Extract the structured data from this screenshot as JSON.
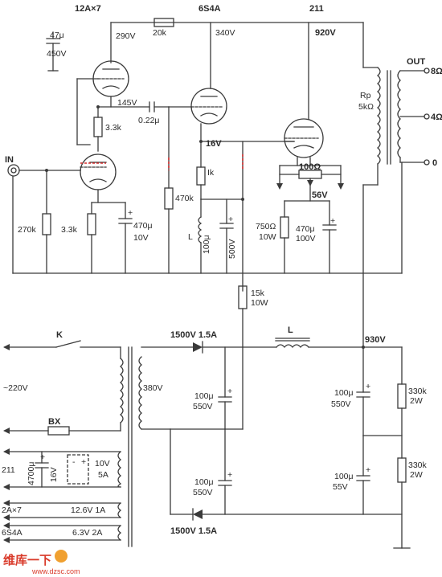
{
  "tubes": {
    "v1": "12A×7",
    "v2": "6S4A",
    "v3": "211"
  },
  "voltages": {
    "v1_plate": "290V",
    "v2_plate": "340V",
    "v3_plate": "920V",
    "v1_cathode_link": "145V",
    "v2_cathode": "16V",
    "v3_bias": "56V",
    "hv_out": "930V"
  },
  "components": {
    "c_47": "47μ",
    "c_47_v": "450V",
    "r_20k": "20k",
    "c_022": "0.22μ",
    "r_33k_a": "3.3k",
    "r_33k_b": "3.3k",
    "r_270k": "270k",
    "c_470_a": "470μ",
    "c_470_a_v": "10V",
    "r_470k": "470k",
    "ik": "Ik",
    "l_small": "L",
    "c_100_a": "100μ",
    "c_100_a_v": "500V",
    "pot_100": "100Ω",
    "r_750": "750Ω",
    "r_750_w": "10W",
    "c_470_b": "470μ",
    "c_470_b_v": "100V",
    "r_15k": "15k",
    "r_15k_w": "10W",
    "rp": "Rp",
    "rp_val": "5kΩ",
    "l_choke": "L",
    "d_top": "1500V 1.5A",
    "d_bot": "1500V 1.5A",
    "c_100_b": "100μ",
    "c_100_b_v": "550V",
    "c_100_c": "100μ",
    "c_100_c_v": "550V",
    "c_100_d": "100μ",
    "c_100_d_v": "550V",
    "c_100_e": "100μ",
    "c_100_e_v": "55V",
    "r_330k_a": "330k",
    "r_330k_a_w": "2W",
    "r_330k_b": "330k",
    "r_330k_b_w": "2W",
    "c_4700": "4700μ",
    "c_4700_v": "16V"
  },
  "io": {
    "input": "IN",
    "output": "OUT",
    "tap_8": "8Ω",
    "tap_4": "4Ω",
    "tap_0": "0"
  },
  "power": {
    "switch": "K",
    "mains": "~220V",
    "fuse": "BX",
    "sec_hv": "380V",
    "sec_211": "211",
    "sec_211_v": "10V",
    "sec_211_a": "5A",
    "sec_12a": "2A×7",
    "sec_12a_v": "12.6V 1A",
    "sec_6s4": "6S4A",
    "sec_6s4_v": "6.3V 2A"
  },
  "watermark": {
    "text": "维库一下",
    "site": "www.dzsc.com"
  }
}
